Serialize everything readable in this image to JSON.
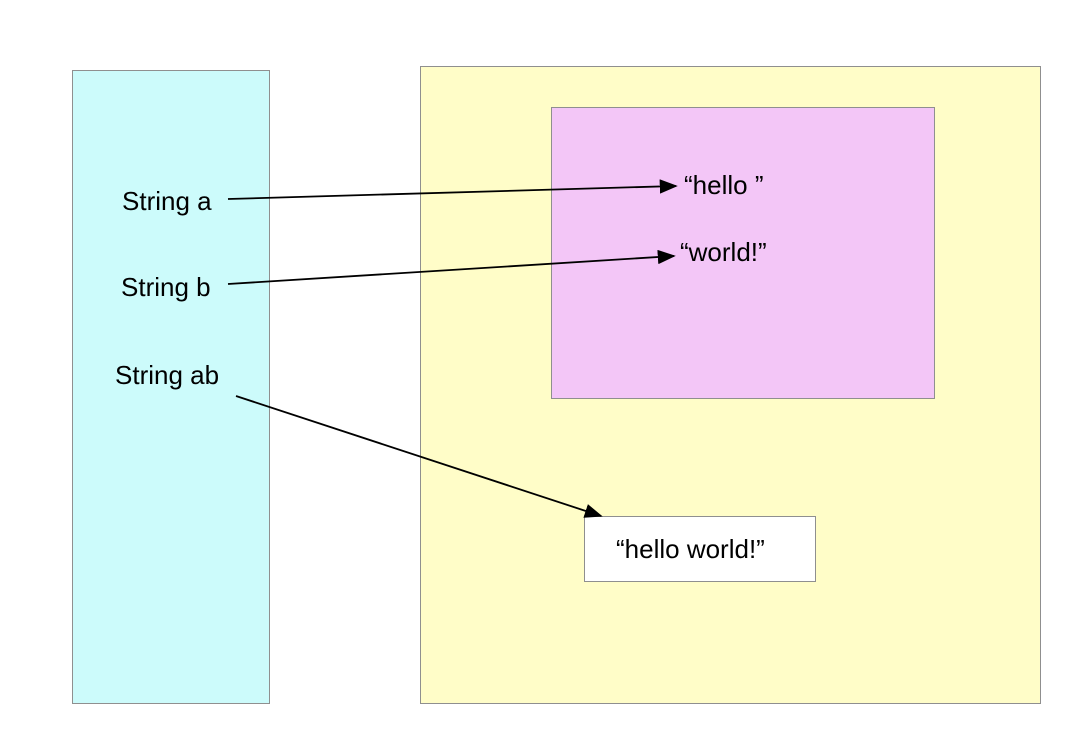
{
  "diagram": {
    "variables": {
      "a": "String a",
      "b": "String b",
      "ab": "String ab"
    },
    "values": {
      "hello": "“hello ”",
      "world": "“world!”",
      "hello_world": "“hello world!”"
    },
    "colors": {
      "stack_fill": "#ccfbfb",
      "heap_fill": "#fffdc8",
      "pool_fill": "#f3c6f7",
      "result_fill": "#ffffff",
      "border": "#8f8f8f",
      "arrow": "#000000"
    }
  }
}
